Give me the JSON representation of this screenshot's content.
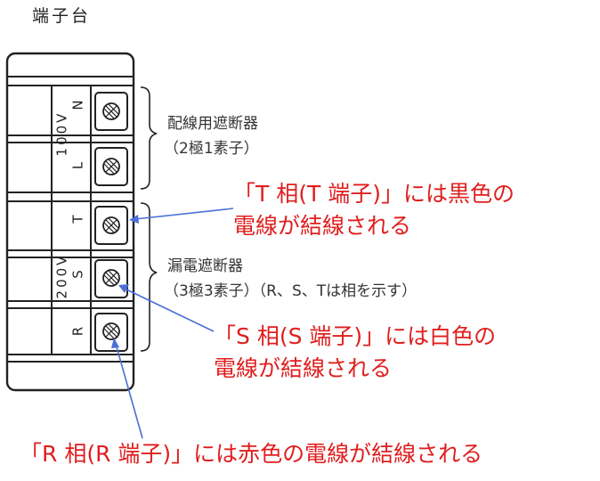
{
  "title": "端子台",
  "terminal_labels": {
    "n": "N",
    "v100": "100V",
    "l": "L",
    "t": "T",
    "s": "S",
    "v200": "200V",
    "r": "R"
  },
  "brace_labels": {
    "breaker_line1": "配線用遮断器",
    "breaker_line2": "（2極1素子）",
    "leakage_line1": "漏電遮断器",
    "leakage_line2": "（3極3素子）（R、S、Tは相を示す）"
  },
  "callouts": {
    "t_line1": "「T 相(T 端子)」には黒色の",
    "t_line2": "電線が結線される",
    "s_line1": "「S 相(S 端子)」には白色の",
    "s_line2": "電線が結線される",
    "r_line1": "「R 相(R 端子)」には赤色の電線が結線される"
  },
  "colors": {
    "callout_text": "#e01e1e",
    "arrow": "#4a6fd6",
    "lines": "#222222"
  }
}
